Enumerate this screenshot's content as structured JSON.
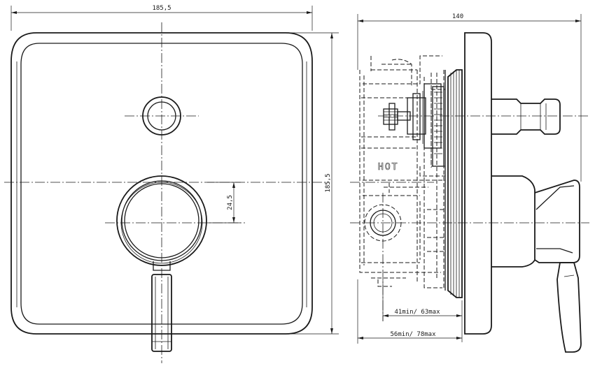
{
  "front_view": {
    "width_dimension": "185,5",
    "height_dimension": "185,5",
    "offset_dimension": "24,5"
  },
  "side_view": {
    "depth_dimension": "140",
    "range_dimension_short": "41min/ 63max",
    "range_dimension_long": "56min/ 78max",
    "body_marking": "HOT"
  }
}
